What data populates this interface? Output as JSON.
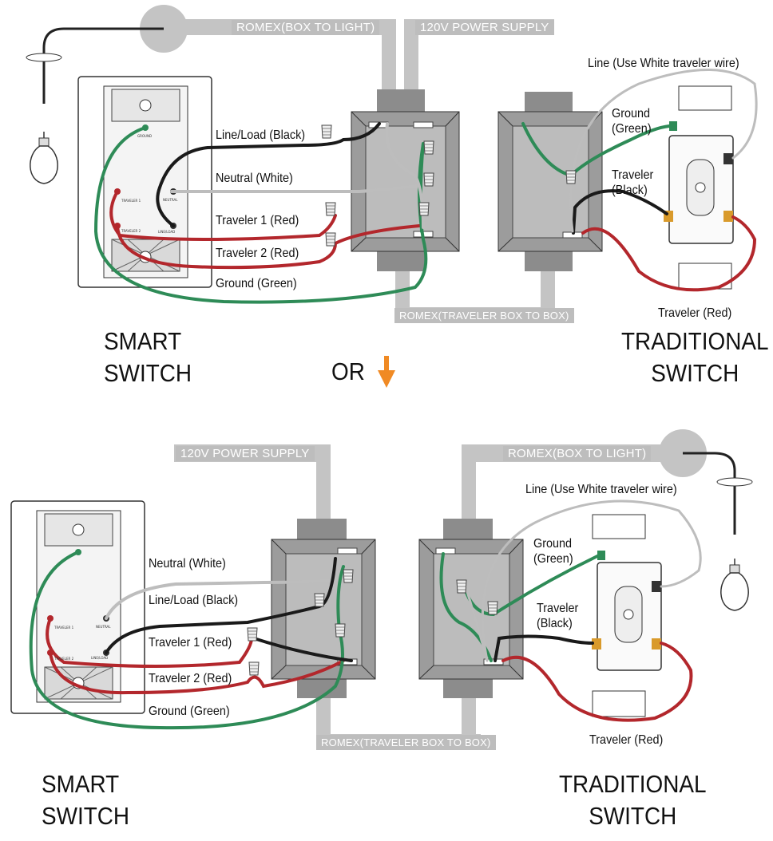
{
  "colors": {
    "black_wire": "#1a1a1a",
    "white_wire": "#bdbdbd",
    "red_wire": "#b3272c",
    "green_wire": "#2e8b57",
    "box": "#9c9c9c",
    "conduit": "#c4c4c4",
    "arrow": "#f08a24"
  },
  "icons": [
    "light-bulb-icon",
    "down-arrow-icon",
    "wire-nut-icon",
    "junction-box-icon"
  ],
  "top": {
    "romex_light": "ROMEX(BOX TO LIGHT)",
    "power_supply": "120V POWER SUPPLY",
    "romex_traveler": "ROMEX(TRAVELER BOX TO BOX)",
    "line_load": "Line/Load (Black)",
    "neutral": "Neutral (White)",
    "traveler1": "Traveler 1 (Red)",
    "traveler2": "Traveler 2 (Red)",
    "ground": "Ground (Green)",
    "line_white": "Line (Use White traveler wire)",
    "ground_green": "Ground\n(Green)",
    "traveler_black": "Traveler\n(Black)",
    "traveler_red": "Traveler (Red)",
    "smart_switch": "SMART\nSWITCH",
    "traditional_switch": "TRADITIONAL\nSWITCH"
  },
  "separator": {
    "or_text": "OR"
  },
  "bottom": {
    "power_supply": "120V POWER SUPPLY",
    "romex_light": "ROMEX(BOX TO LIGHT)",
    "romex_traveler": "ROMEX(TRAVELER BOX TO BOX)",
    "neutral": "Neutral (White)",
    "line_load": "Line/Load (Black)",
    "traveler1": "Traveler 1 (Red)",
    "traveler2": "Traveler 2 (Red)",
    "ground": "Ground (Green)",
    "line_white": "Line (Use White traveler wire)",
    "ground_green": "Ground\n(Green)",
    "traveler_black": "Traveler\n(Black)",
    "traveler_red": "Traveler (Red)",
    "smart_switch": "SMART\nSWITCH",
    "traditional_switch": "TRADITIONAL\nSWITCH"
  },
  "terminals": {
    "ground": "GROUND",
    "neutral": "NEUTRAL",
    "traveler1": "TRAVELER 1",
    "traveler2": "TRAVELER 2",
    "line_load": "LINE/LOAD"
  }
}
